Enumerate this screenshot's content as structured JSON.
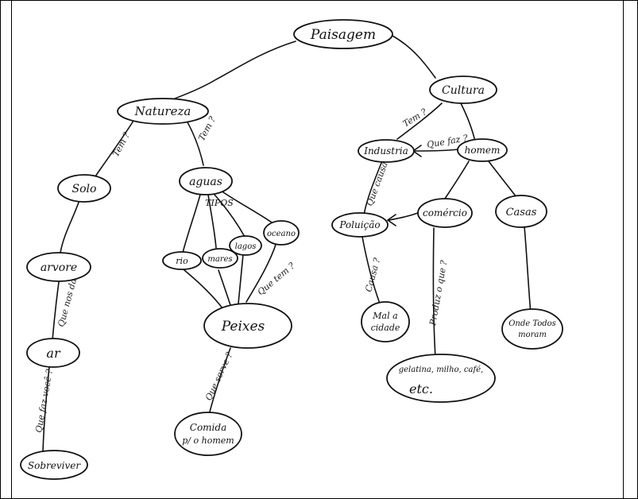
{
  "nodes": {
    "paisagem": "Paisagem",
    "natureza": "Natureza",
    "cultura": "Cultura",
    "solo": "Solo",
    "aguas": "aguas",
    "tipos": "TIPOS",
    "arvore": "arvore",
    "ar": "ar",
    "sobreviver": "Sobreviver",
    "rio": "rio",
    "mares": "mares",
    "lagos": "lagos",
    "oceanos": "oceano",
    "peixes": "Peixes",
    "comida": [
      "Comida",
      "p/ o homem"
    ],
    "industria": "Industria",
    "homem": "homem",
    "poluicao": "Poluição",
    "comercio": "comércio",
    "casas": "Casas",
    "mal_cidade": [
      "Mal a",
      "cidade"
    ],
    "onde_todos": [
      "Onde Todos",
      "moram"
    ],
    "produtos": [
      "gelatina, milho, café,",
      "etc."
    ]
  },
  "edge_labels": {
    "tem_natureza_solo": "Tem ?",
    "tem_natureza_aguas": "Tem ?",
    "tem_cultura_industria": "Tem ?",
    "que_faz_homem": "Que faz ?",
    "que_causa": "Que causa ?",
    "que_tem_peixes": "Que tem ?",
    "que_serve": "Que serve ?",
    "que_nos_da": "Que nos da ?",
    "que_faz_voce": "Que faz você ?",
    "causa": "Causa ?",
    "produz_o_que": "Produz o que ?"
  }
}
